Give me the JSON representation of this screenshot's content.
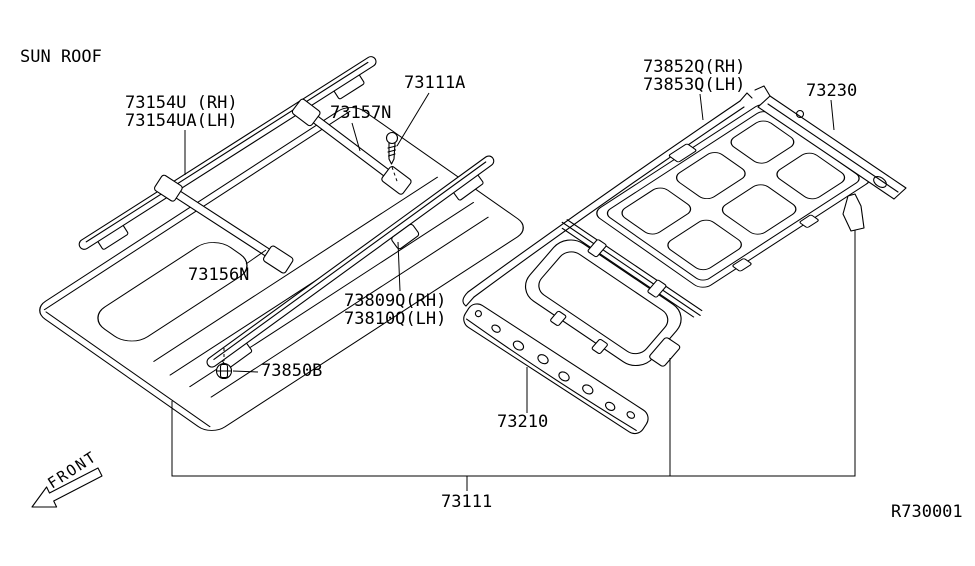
{
  "colors": {
    "background": "#ffffff",
    "line": "#000000"
  },
  "diagram": {
    "title": "SUN ROOF",
    "front_indicator": "FRONT",
    "reference_code": "R730001",
    "callouts": {
      "c73154_rh": "73154U (RH)",
      "c73154_lh": "73154UA(LH)",
      "c73111a": "73111A",
      "c73157n": "73157N",
      "c73852q_rh": "73852Q(RH)",
      "c73853q_lh": "73853Q(LH)",
      "c73230": "73230",
      "c73156n": "73156N",
      "c73809q_rh": "73809Q(RH)",
      "c73810q_lh": "73810Q(LH)",
      "c73850b": "73850B",
      "c73210": "73210",
      "c73111": "73111"
    }
  }
}
